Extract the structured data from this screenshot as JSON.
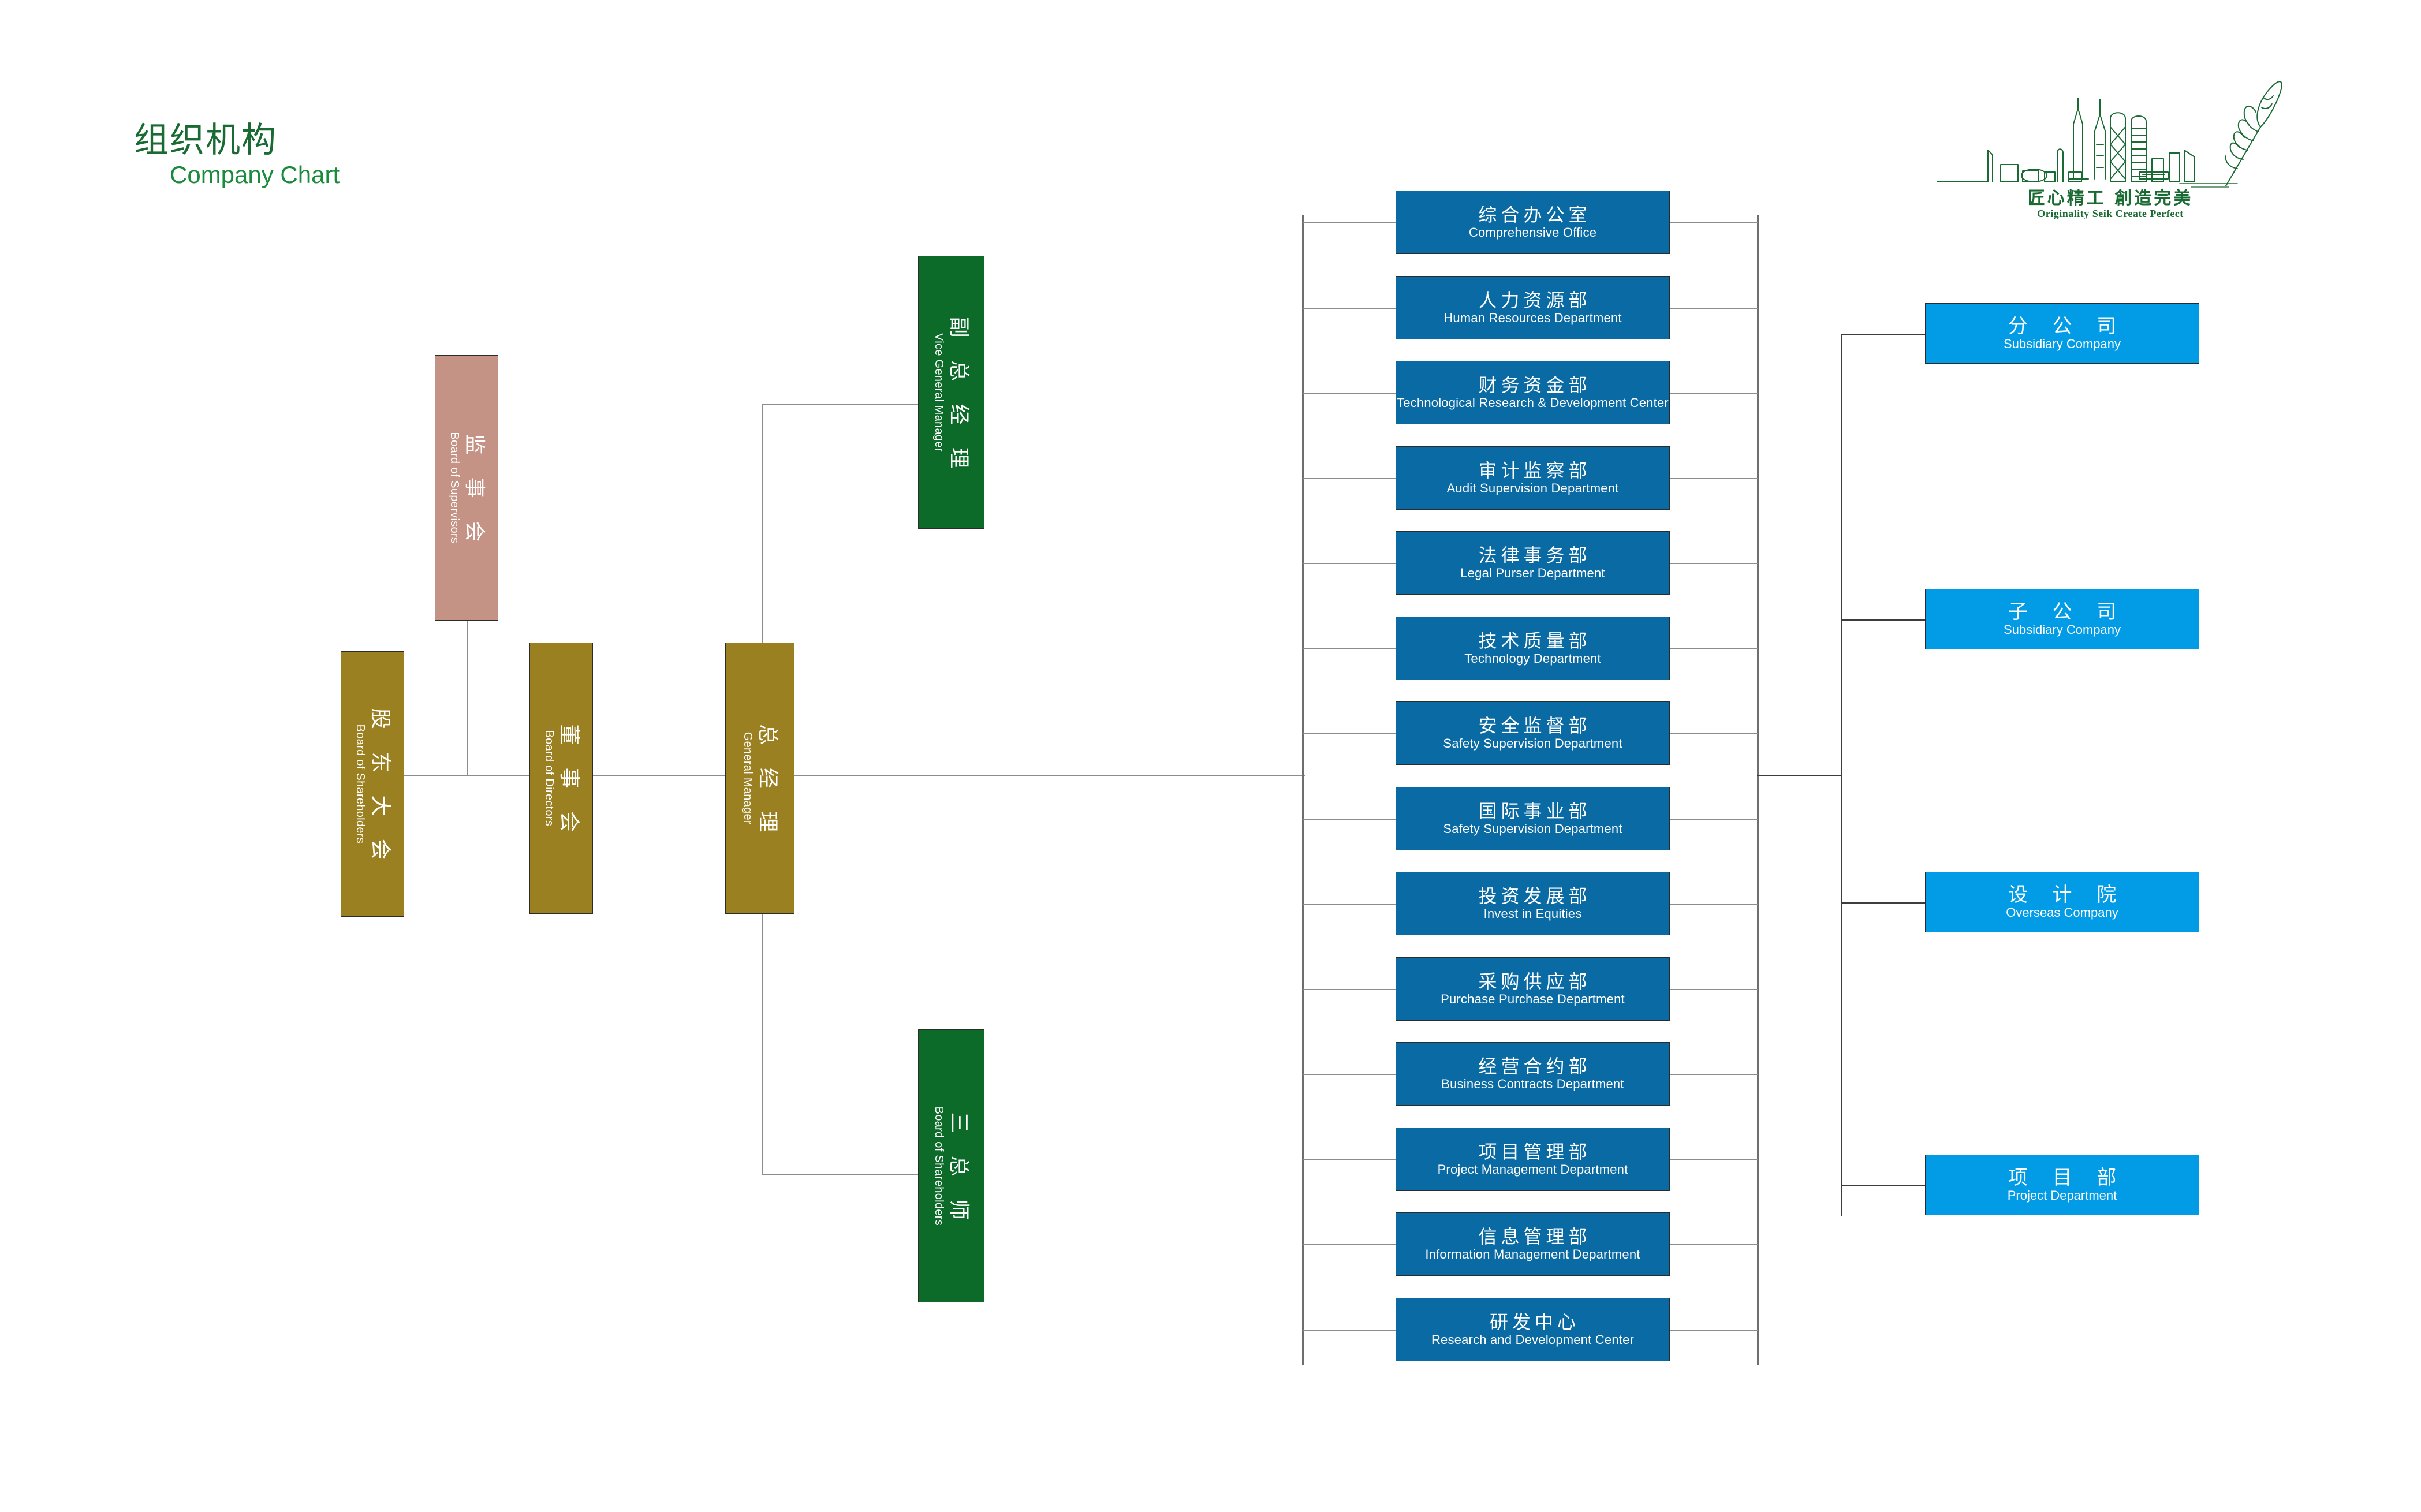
{
  "page": {
    "title_cn": "组织机构",
    "title_en": "Company Chart",
    "background": "#ffffff"
  },
  "logo": {
    "name": "company-logo",
    "slogan_cn": "匠心精工 創造完美",
    "slogan_en": "Originality Seik   Create Perfect",
    "color": "#1a6b33",
    "motif": "city-skyline-with-quill-pen"
  },
  "colors": {
    "title_green": "#1a6b33",
    "supervisor_rose": "#c49385",
    "gold": "#9a8021",
    "green": "#0d6b2a",
    "dept_blue": "#0a6ba4",
    "branch_blue": "#029ce6",
    "line": "#6e6e6e"
  },
  "governance": [
    {
      "id": "board-of-shareholders",
      "cn": "股 东 大 会",
      "en": "Board of Shareholders",
      "color": "#9a8021"
    },
    {
      "id": "board-of-supervisors",
      "cn": "监 事 会",
      "en": "Board of Supervisors",
      "color": "#c49385"
    },
    {
      "id": "board-of-directors",
      "cn": "董 事 会",
      "en": "Board of Directors",
      "color": "#9a8021"
    },
    {
      "id": "general-manager",
      "cn": "总 经 理",
      "en": "General Manager",
      "color": "#9a8021"
    },
    {
      "id": "vice-general-manager",
      "cn": "副 总 经 理",
      "en": "Vice General Manager",
      "color": "#0d6b2a"
    },
    {
      "id": "three-chief-engineers",
      "cn": "三 总 师",
      "en": "Board of Shareholders",
      "color": "#0d6b2a"
    }
  ],
  "departments": [
    {
      "cn": "综合办公室",
      "en": "Comprehensive Office"
    },
    {
      "cn": "人力资源部",
      "en": "Human Resources Department"
    },
    {
      "cn": "财务资金部",
      "en": "Technological Research & Development Center"
    },
    {
      "cn": "审计监察部",
      "en": "Audit Supervision Department"
    },
    {
      "cn": "法律事务部",
      "en": "Legal Purser Department"
    },
    {
      "cn": "技术质量部",
      "en": "Technology Department"
    },
    {
      "cn": "安全监督部",
      "en": "Safety Supervision Department"
    },
    {
      "cn": "国际事业部",
      "en": "Safety Supervision Department"
    },
    {
      "cn": "投资发展部",
      "en": "Invest in Equities"
    },
    {
      "cn": "采购供应部",
      "en": "Purchase Purchase Department"
    },
    {
      "cn": "经营合约部",
      "en": "Business Contracts Department"
    },
    {
      "cn": "项目管理部",
      "en": "Project Management Department"
    },
    {
      "cn": "信息管理部",
      "en": "Information Management Department"
    },
    {
      "cn": "研发中心",
      "en": "Research and Development Center"
    }
  ],
  "branches": [
    {
      "cn": "分 公 司",
      "en": "Subsidiary Company"
    },
    {
      "cn": "子 公 司",
      "en": "Subsidiary Company"
    },
    {
      "cn": "设 计 院",
      "en": "Overseas Company"
    },
    {
      "cn": "项 目 部",
      "en": "Project Department"
    }
  ]
}
